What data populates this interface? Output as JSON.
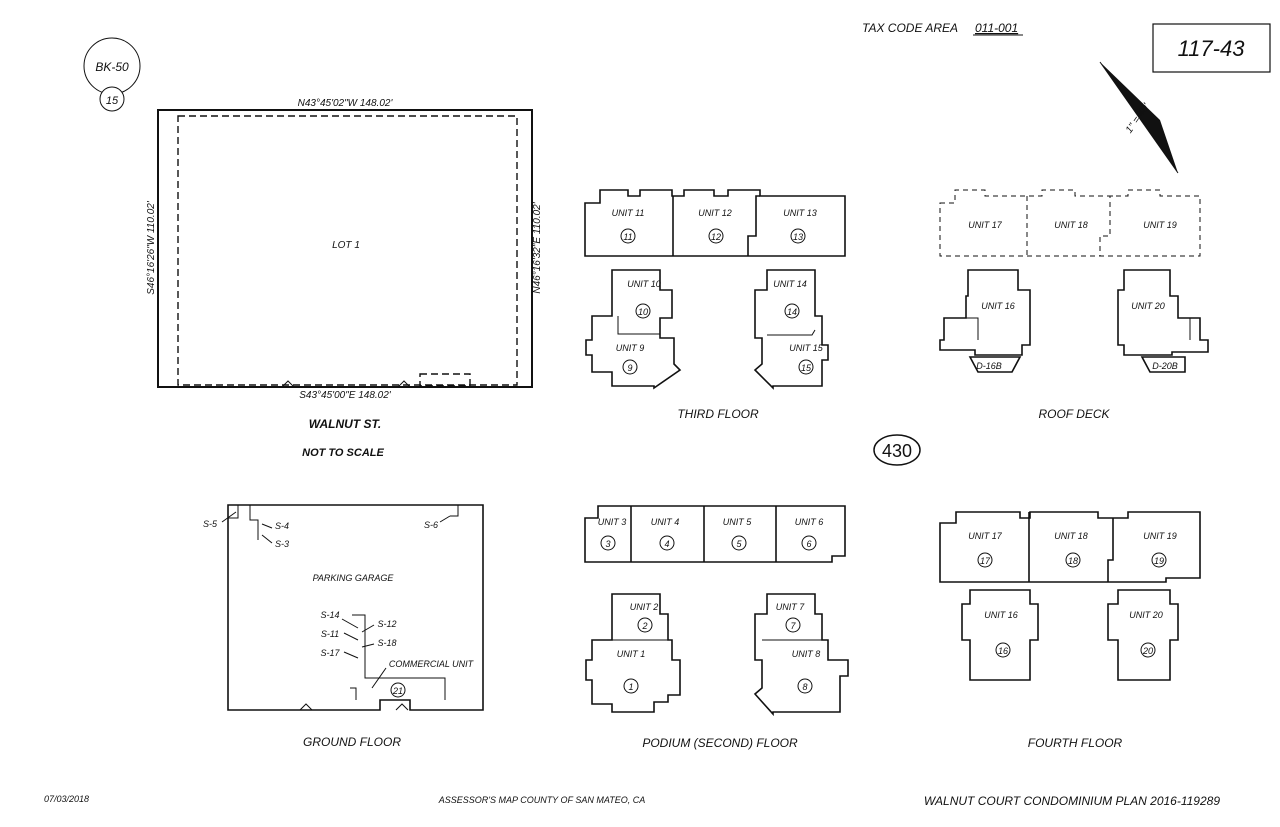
{
  "header": {
    "tax_code_label": "TAX CODE AREA",
    "tax_code_value": "011-001",
    "map_number": "117-43",
    "book": "BK-50",
    "page": "15",
    "scale": "1\" = 40'"
  },
  "lot_plan": {
    "north_bearing": "N43°45'02\"W  148.02'",
    "south_bearing": "S43°45'00\"E  148.02'",
    "west_bearing": "S46°16'26\"W  110.02'",
    "east_bearing": "N46°16'32\"E  110.02'",
    "lot_label": "LOT  1",
    "street": "WALNUT     ST.",
    "not_to_scale": "NOT  TO  SCALE"
  },
  "third_floor": {
    "title": "THIRD   FLOOR",
    "units": [
      {
        "label": "UNIT 11",
        "num": "11"
      },
      {
        "label": "UNIT 12",
        "num": "12"
      },
      {
        "label": "UNIT 13",
        "num": "13"
      },
      {
        "label": "UNIT 10",
        "num": "10"
      },
      {
        "label": "UNIT 9",
        "num": "9"
      },
      {
        "label": "UNIT 14",
        "num": "14"
      },
      {
        "label": "UNIT 15",
        "num": "15"
      }
    ]
  },
  "roof_deck": {
    "title": "ROOF   DECK",
    "units": [
      {
        "label": "UNIT 17"
      },
      {
        "label": "UNIT 18"
      },
      {
        "label": "UNIT 19"
      },
      {
        "label": "UNIT 16"
      },
      {
        "label": "UNIT 20"
      }
    ],
    "decks": [
      "D-16B",
      "D-20B"
    ]
  },
  "page_number": "430",
  "ground_floor": {
    "title": "GROUND    FLOOR",
    "garage": "PARKING GARAGE",
    "commercial": "COMMERCIAL UNIT",
    "commercial_num": "21",
    "spaces": [
      "S-5",
      "S-4",
      "S-3",
      "S-6",
      "S-14",
      "S-12",
      "S-11",
      "S-18",
      "S-17"
    ]
  },
  "podium_floor": {
    "title": "PODIUM   (SECOND)   FLOOR",
    "units": [
      {
        "label": "UNIT 3",
        "num": "3"
      },
      {
        "label": "UNIT 4",
        "num": "4"
      },
      {
        "label": "UNIT 5",
        "num": "5"
      },
      {
        "label": "UNIT 6",
        "num": "6"
      },
      {
        "label": "UNIT 2",
        "num": "2"
      },
      {
        "label": "UNIT 1",
        "num": "1"
      },
      {
        "label": "UNIT 7",
        "num": "7"
      },
      {
        "label": "UNIT 8",
        "num": "8"
      }
    ]
  },
  "fourth_floor": {
    "title": "FOURTH   FLOOR",
    "units": [
      {
        "label": "UNIT 17",
        "num": "17"
      },
      {
        "label": "UNIT 18",
        "num": "18"
      },
      {
        "label": "UNIT 19",
        "num": "19"
      },
      {
        "label": "UNIT 16",
        "num": "16"
      },
      {
        "label": "UNIT 20",
        "num": "20"
      }
    ]
  },
  "footer": {
    "date": "07/03/2018",
    "assessor": "ASSESSOR'S MAP COUNTY OF SAN MATEO, CA",
    "plan": "WALNUT COURT CONDOMINIUM PLAN 2016-119289"
  }
}
